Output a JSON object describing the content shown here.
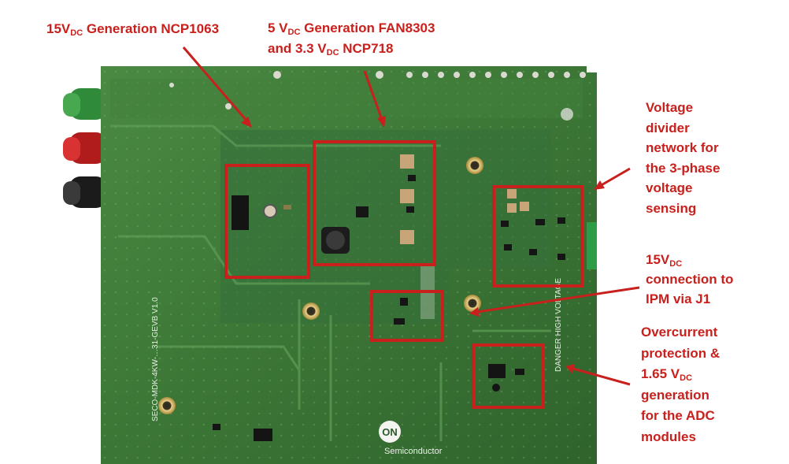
{
  "labels": {
    "gen15": {
      "pre": "15V",
      "sub": "DC",
      "post": " Generation NCP1063"
    },
    "gen5_line1": {
      "pre": "5 V",
      "sub": "DC",
      "post": " Generation FAN8303"
    },
    "gen5_line2": {
      "pre": "and 3.3 V",
      "sub": "DC",
      "post": " NCP718"
    },
    "divider": [
      "Voltage",
      "divider",
      "network for",
      "the 3-phase",
      "voltage",
      "sensing"
    ],
    "ipm": {
      "l1_pre": "15V",
      "l1_sub": "DC",
      "l2": "connection to",
      "l3": "IPM via J1"
    },
    "overcurrent": {
      "l1": "Overcurrent",
      "l2": "protection &",
      "l3_pre": "1.65 V",
      "l3_sub": "DC",
      "l4": "generation",
      "l5": "for the ADC",
      "l6": "modules"
    }
  },
  "board": {
    "silkscreen_model": "SECO-MDK-4KW-…31-GEVB V1.0",
    "silkscreen_warning": "DANGER  HIGH VOLTAGE",
    "logo_text": "ON",
    "logo_caption": "Semiconductor"
  },
  "colors": {
    "annotation_red": "#c8201c",
    "board_green": "#3f7a3a",
    "board_dark_green": "#2f6230"
  }
}
